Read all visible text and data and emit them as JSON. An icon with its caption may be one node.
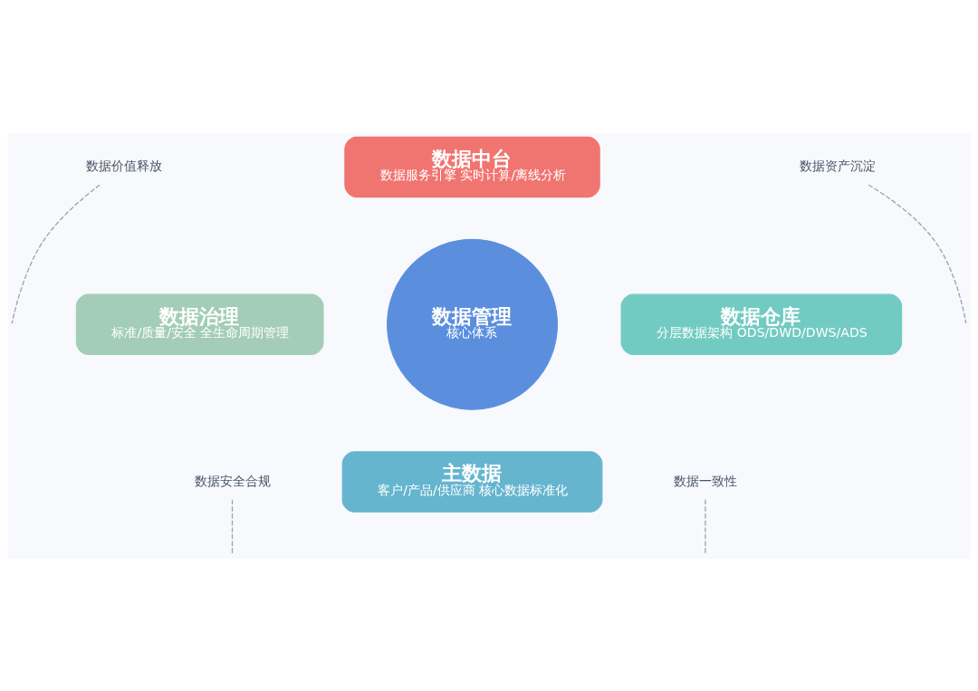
{
  "diagram": {
    "nodes": [
      {
        "text": [
          "数据管理",
          "核心体系"
        ]
      },
      {
        "text": [
          "数据中台",
          "数据服务引擎 实时计算/离线分析"
        ]
      },
      {
        "text": [
          "数据治理",
          "标准/质量/安全 全生命周期管理"
        ]
      },
      {
        "text": [
          "数据仓库",
          "分层数据架构 ODS/DWD/DWS/ADS"
        ]
      },
      {
        "text": [
          "主数据",
          "客户/产品/供应商 核心数据标准化"
        ]
      },
      {
        "text": [
          "数据价值释放"
        ]
      },
      {
        "text": [
          "数据资产沉淀"
        ]
      },
      {
        "text": [
          "数据安全合规"
        ]
      },
      {
        "text": [
          "数据一致性"
        ]
      }
    ],
    "edges": [
      {
        "from": 5,
        "to": null,
        "arrow": "none",
        "style": "dashed"
      },
      {
        "from": 6,
        "to": null,
        "arrow": "none",
        "style": "dashed"
      },
      {
        "from": 7,
        "to": null,
        "arrow": "none",
        "style": "dashed"
      },
      {
        "from": 8,
        "to": null,
        "arrow": "none",
        "style": "dashed"
      }
    ]
  }
}
